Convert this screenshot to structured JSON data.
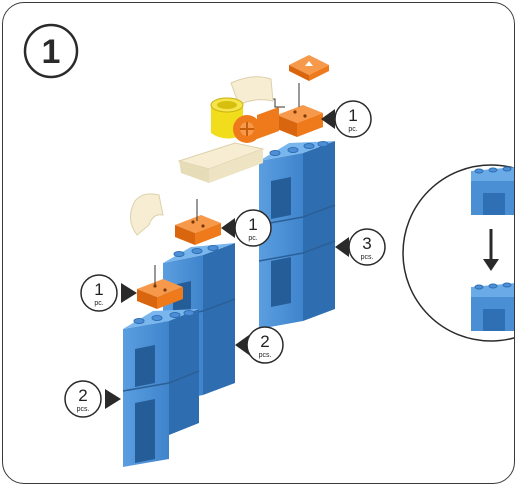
{
  "step": {
    "number": "1"
  },
  "callouts": [
    {
      "count": "1",
      "unit": "pc."
    },
    {
      "count": "1",
      "unit": "pc."
    },
    {
      "count": "1",
      "unit": "pc."
    },
    {
      "count": "3",
      "unit": "pcs."
    },
    {
      "count": "2",
      "unit": "pcs."
    },
    {
      "count": "2",
      "unit": "pcs."
    }
  ],
  "colors": {
    "brick_blue": "#4a8ed4",
    "brick_blue_dark": "#2f6fb3",
    "brick_blue_light": "#6aaae6",
    "brick_orange": "#f07d1c",
    "brick_orange_dark": "#c85e0c",
    "cream": "#f6edd2",
    "yellow": "#f2dd1c",
    "outline": "#3a3a3a"
  },
  "icons": {
    "arrow": "down-arrow-icon"
  }
}
